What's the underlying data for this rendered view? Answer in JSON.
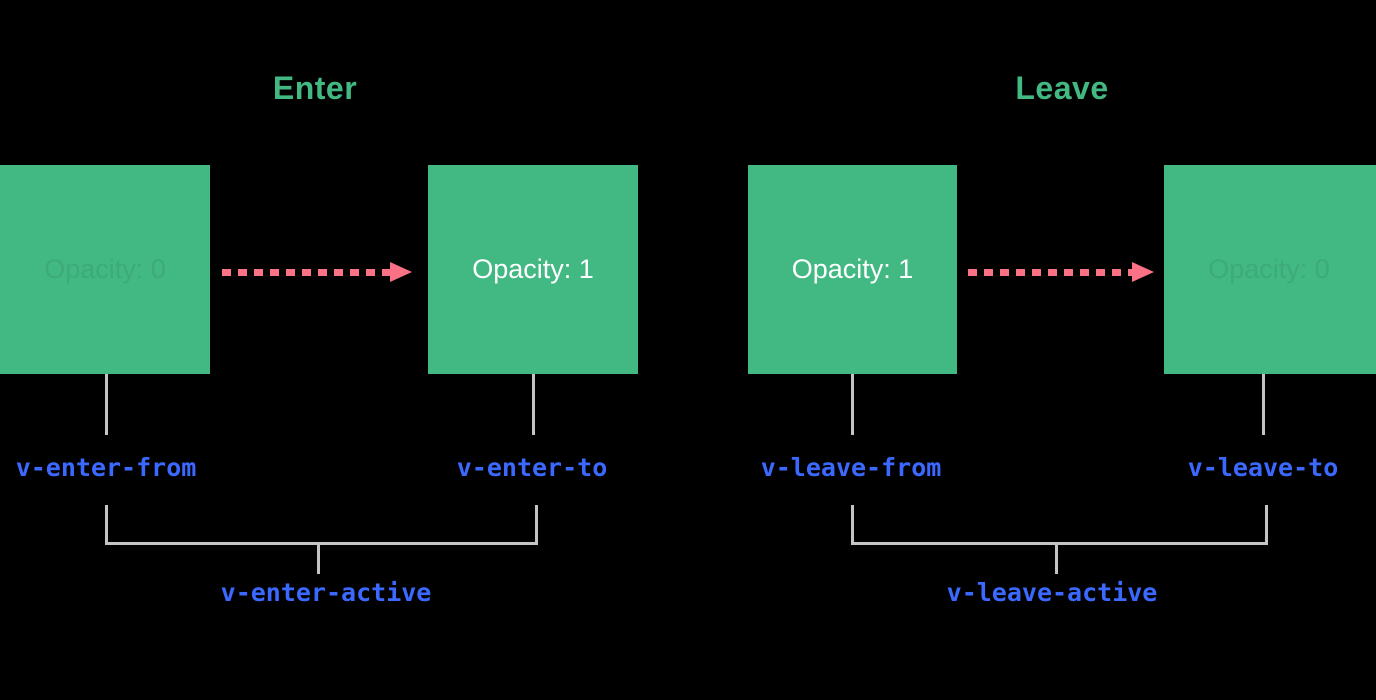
{
  "diagram": {
    "background_color": "#000000",
    "accent_green": "#42b883",
    "arrow_color": "#fb7185",
    "label_blue": "#3b69ff",
    "line_gray": "#c4c4c4",
    "sections": [
      {
        "id": "enter",
        "title": "Enter",
        "from_box": {
          "label": "Opacity: 0",
          "state": "faded"
        },
        "to_box": {
          "label": "Opacity: 1",
          "state": "visible"
        },
        "from_class": "v-enter-from",
        "to_class": "v-enter-to",
        "active_class": "v-enter-active"
      },
      {
        "id": "leave",
        "title": "Leave",
        "from_box": {
          "label": "Opacity: 1",
          "state": "visible"
        },
        "to_box": {
          "label": "Opacity: 0",
          "state": "faded"
        },
        "from_class": "v-leave-from",
        "to_class": "v-leave-to",
        "active_class": "v-leave-active"
      }
    ]
  }
}
